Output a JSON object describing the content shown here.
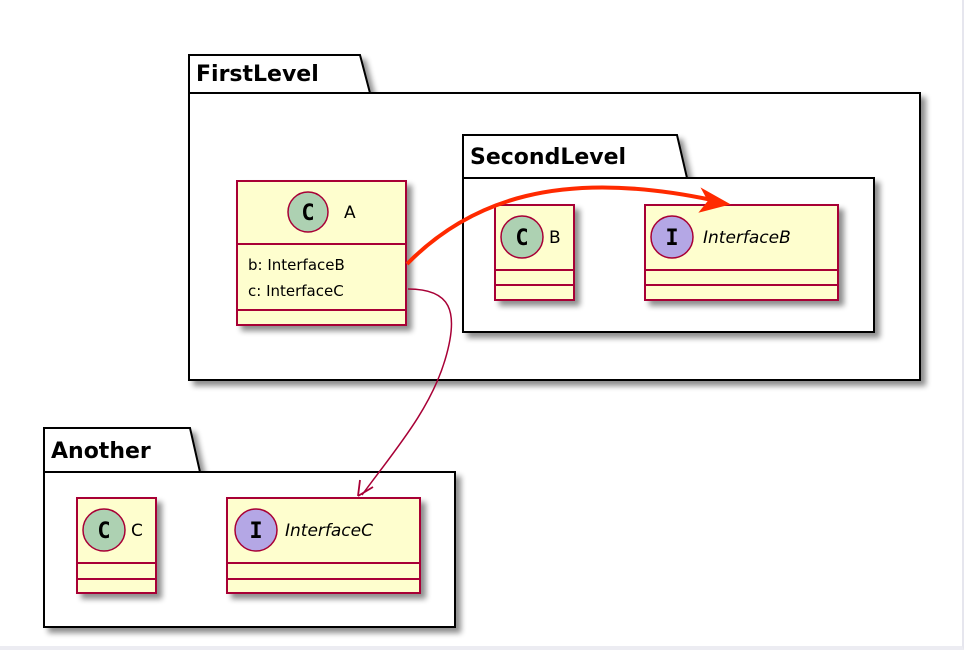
{
  "diagram": {
    "type": "uml-class-diagram",
    "colors": {
      "class_fill": "#fefece",
      "class_border": "#a80036",
      "class_icon": "#add1b2",
      "interface_icon": "#b4a7e5",
      "package_border": "#000000",
      "arrow_highlight": "#ff2a00",
      "arrow_normal": "#a80036"
    },
    "packages": [
      {
        "id": "firstlevel",
        "name": "FirstLevel"
      },
      {
        "id": "secondlevel",
        "name": "SecondLevel",
        "parent": "FirstLevel"
      },
      {
        "id": "another",
        "name": "Another"
      }
    ],
    "classes": [
      {
        "id": "A",
        "kind": "class",
        "stereotype_letter": "C",
        "name": "A",
        "package": "FirstLevel",
        "attributes": [
          "b: InterfaceB",
          "c: InterfaceC"
        ]
      },
      {
        "id": "B",
        "kind": "class",
        "stereotype_letter": "C",
        "name": "B",
        "package": "SecondLevel",
        "attributes": []
      },
      {
        "id": "InterfaceB",
        "kind": "interface",
        "stereotype_letter": "I",
        "name": "InterfaceB",
        "package": "SecondLevel",
        "attributes": []
      },
      {
        "id": "C",
        "kind": "class",
        "stereotype_letter": "C",
        "name": "C",
        "package": "Another",
        "attributes": []
      },
      {
        "id": "InterfaceC",
        "kind": "interface",
        "stereotype_letter": "I",
        "name": "InterfaceC",
        "package": "Another",
        "attributes": []
      }
    ],
    "relations": [
      {
        "from": "A.b",
        "to": "InterfaceB",
        "style": "bold-red-arrow"
      },
      {
        "from": "A.c",
        "to": "InterfaceC",
        "style": "thin-arrow"
      }
    ]
  }
}
